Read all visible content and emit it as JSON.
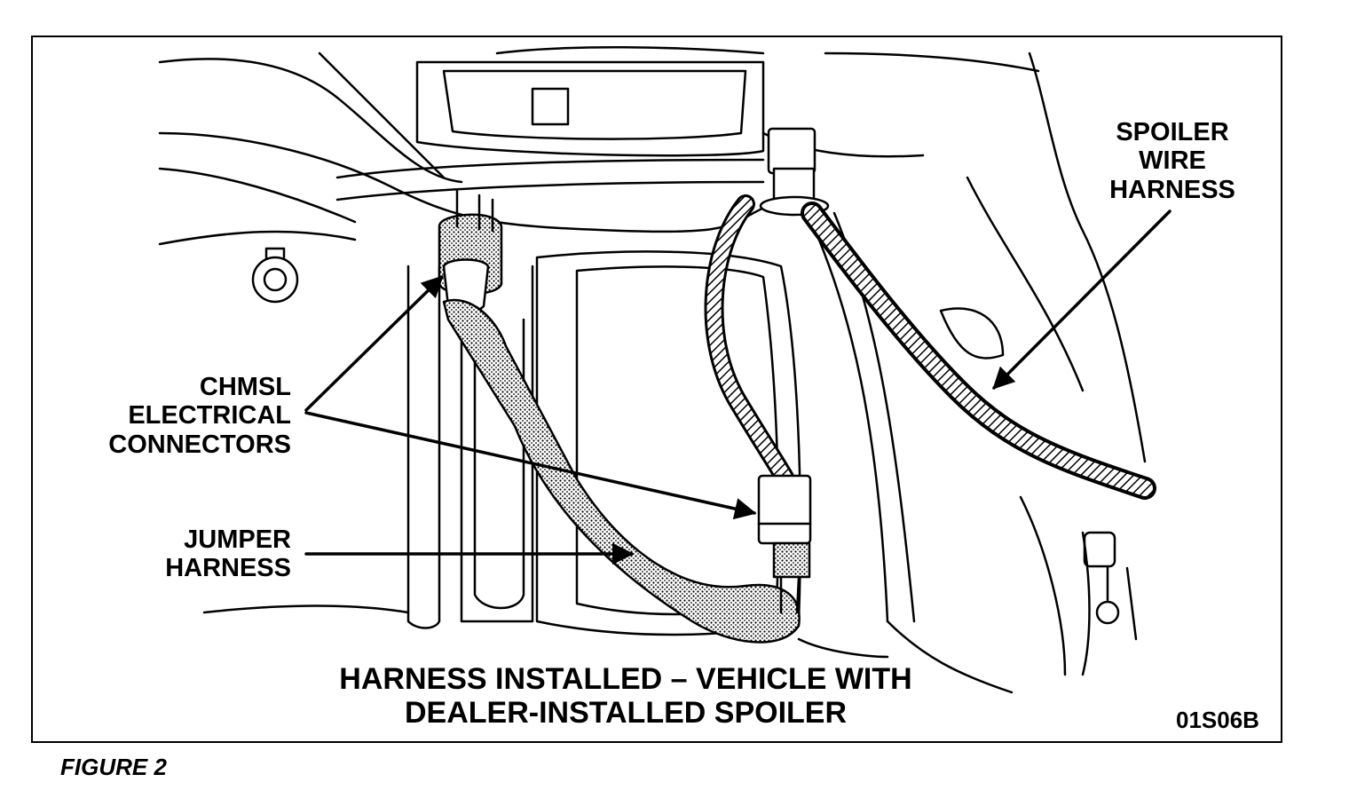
{
  "labels": {
    "chmsl": [
      "CHMSL",
      "ELECTRICAL",
      "CONNECTORS"
    ],
    "jumper": [
      "JUMPER",
      "HARNESS"
    ],
    "spoiler": [
      "SPOILER",
      "WIRE",
      "HARNESS"
    ]
  },
  "caption": [
    "HARNESS INSTALLED – VEHICLE WITH",
    "DEALER-INSTALLED SPOILER"
  ],
  "figure_code": "01S06B",
  "figure_label": "FIGURE 2"
}
